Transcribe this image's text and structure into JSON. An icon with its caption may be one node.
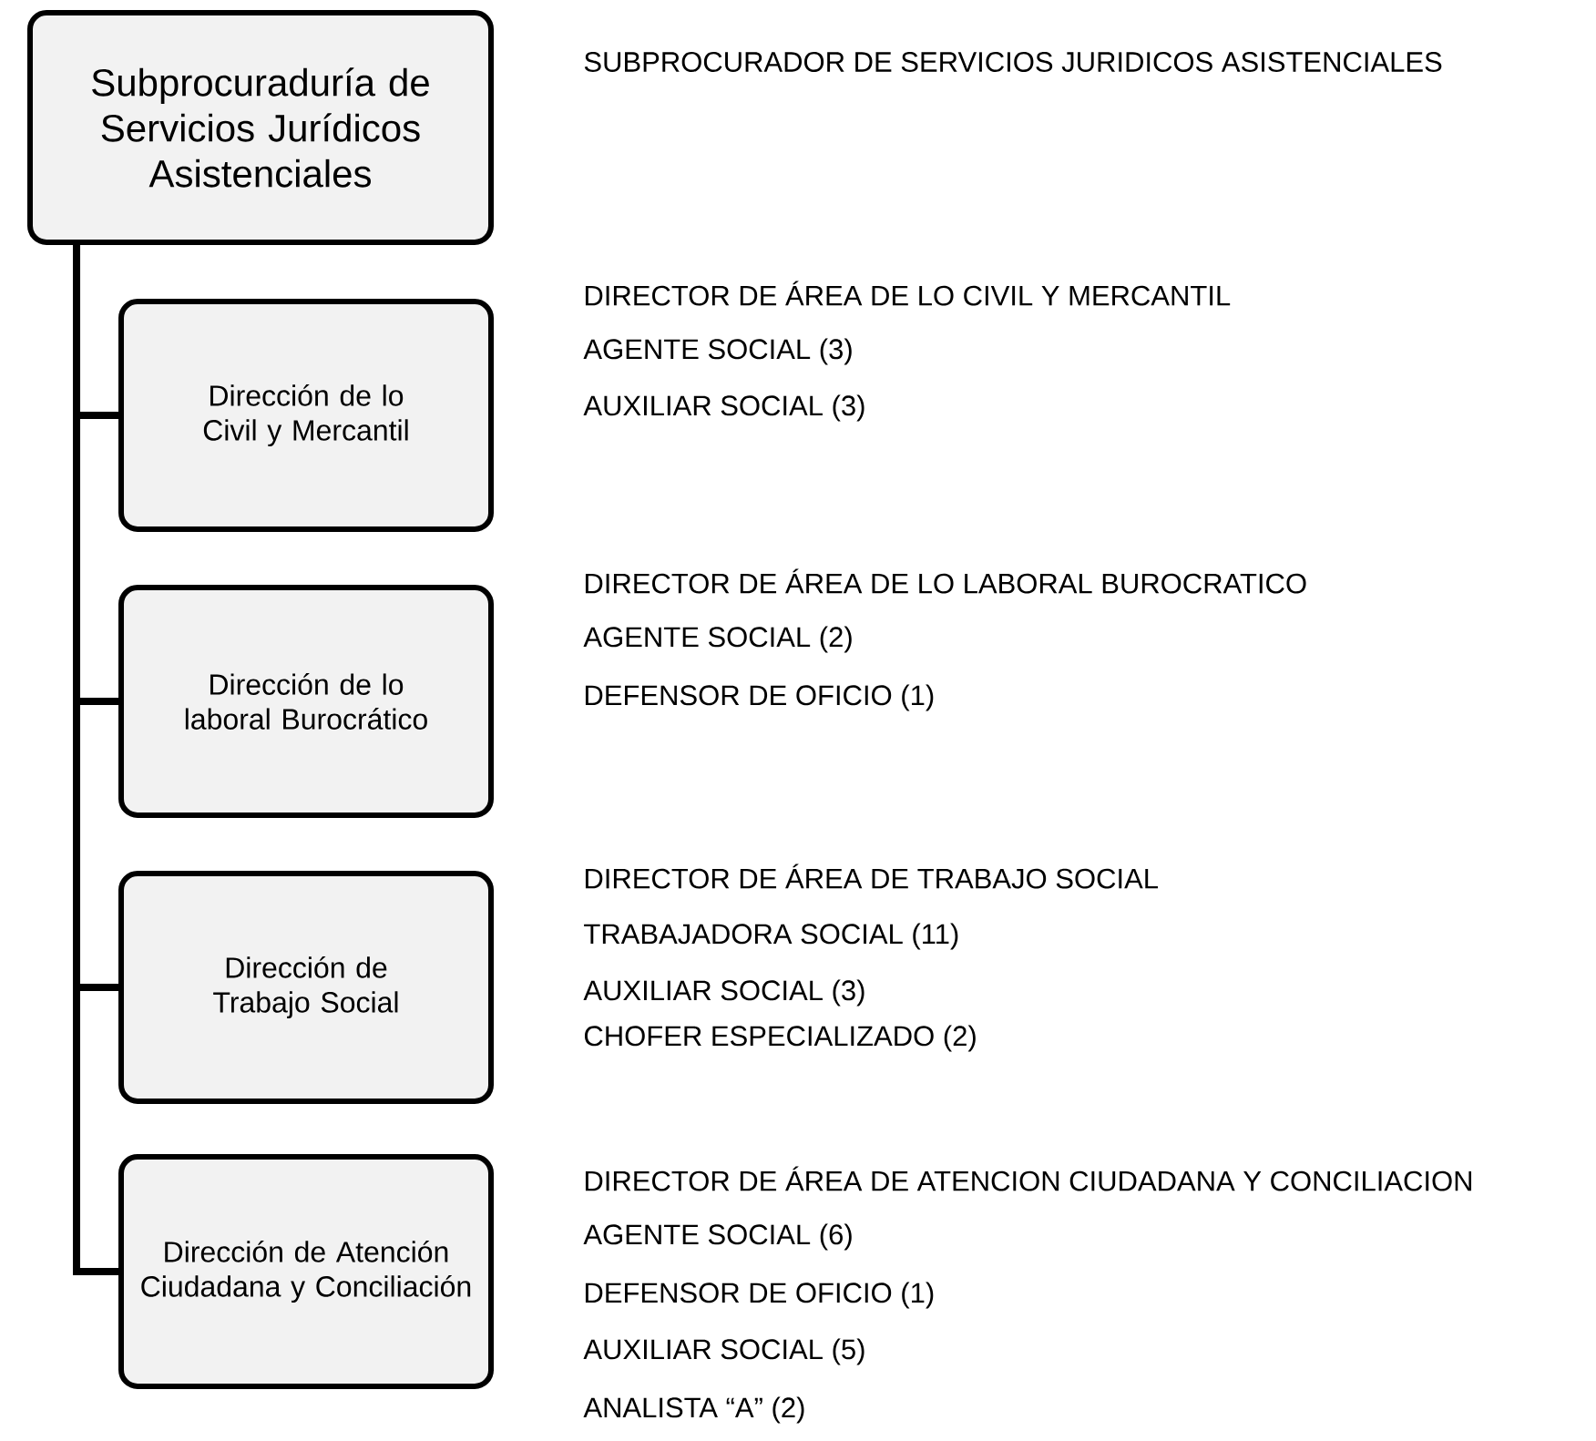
{
  "diagram": {
    "nodes": [
      {
        "text": [
          "Subprocuraduría de Servicios Jurídicos Asistenciales"
        ],
        "beside": [
          "SUBPROCURADOR DE SERVICIOS JURIDICOS ASISTENCIALES"
        ]
      },
      {
        "text": [
          "Dirección de lo Civil y Mercantil"
        ],
        "beside": [
          "DIRECTOR DE ÁREA DE LO CIVIL Y MERCANTIL",
          "AGENTE SOCIAL (3)",
          "AUXILIAR SOCIAL (3)"
        ]
      },
      {
        "text": [
          "Dirección de lo laboral Burocrático"
        ],
        "beside": [
          "DIRECTOR DE ÁREA DE LO LABORAL BUROCRATICO",
          "AGENTE SOCIAL (2)",
          "DEFENSOR DE OFICIO (1)"
        ]
      },
      {
        "text": [
          "Dirección de Trabajo Social"
        ],
        "beside": [
          "DIRECTOR DE ÁREA DE TRABAJO SOCIAL",
          "TRABAJADORA SOCIAL (11)",
          "AUXILIAR SOCIAL (3)",
          "CHOFER ESPECIALIZADO (2)"
        ]
      },
      {
        "text": [
          "Dirección de Atención Ciudadana y Conciliación"
        ],
        "beside": [
          "DIRECTOR DE ÁREA DE ATENCION CIUDADANA Y CONCILIACION",
          "AGENTE SOCIAL (6)",
          "DEFENSOR DE OFICIO (1)",
          "AUXILIAR SOCIAL (5)",
          "ANALISTA “A” (2)"
        ]
      }
    ],
    "edges": [
      {
        "from": 0,
        "to": 1,
        "arrow": "none"
      },
      {
        "from": 0,
        "to": 2,
        "arrow": "none"
      },
      {
        "from": 0,
        "to": 3,
        "arrow": "none"
      },
      {
        "from": 0,
        "to": 4,
        "arrow": "none"
      }
    ]
  }
}
